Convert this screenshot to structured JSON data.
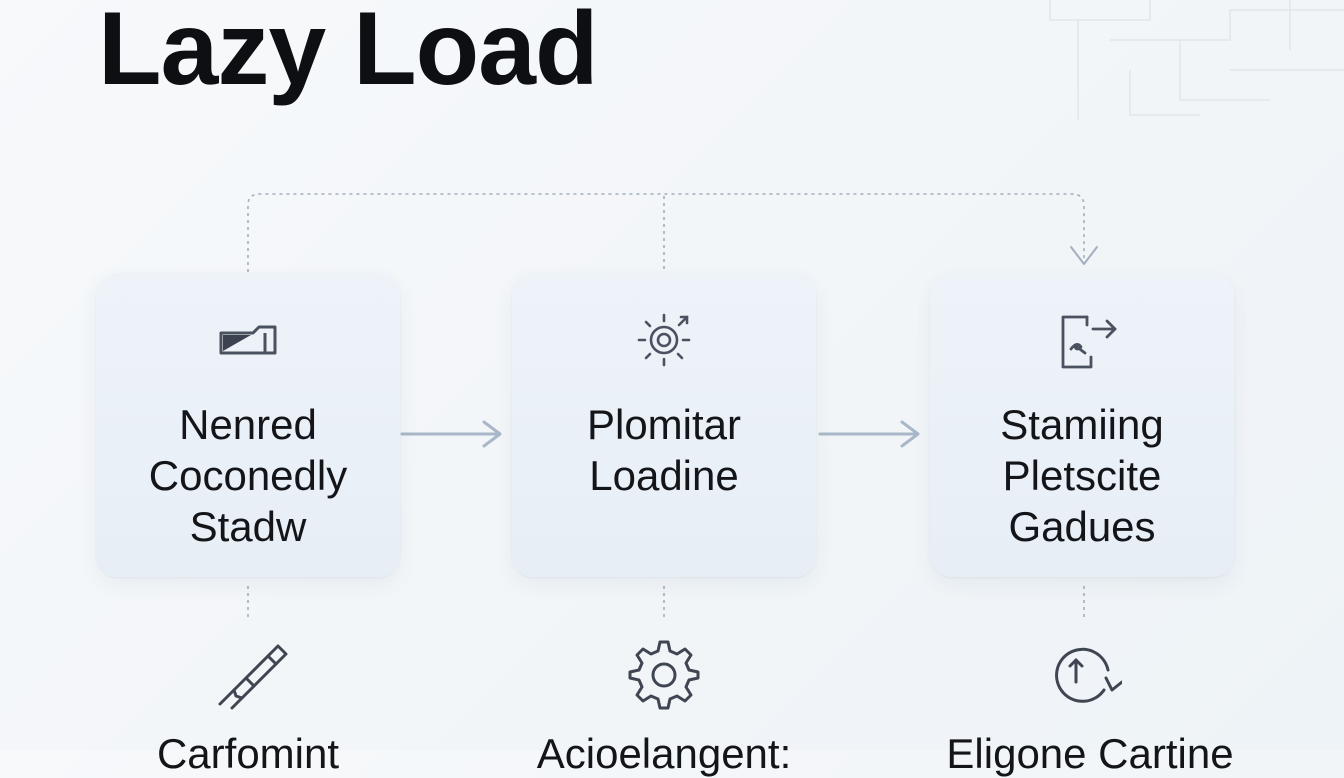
{
  "title": "Lazy Load",
  "cards": [
    {
      "lines": [
        "Nenred",
        "Coconedly",
        "Stadw"
      ],
      "icon": "folder-tab-icon"
    },
    {
      "lines": [
        "Plomitar",
        "Loadine"
      ],
      "icon": "sun-target-icon"
    },
    {
      "lines": [
        "Stamiing",
        "Pletscite",
        "Gadues"
      ],
      "icon": "document-export-icon"
    }
  ],
  "bottom": [
    {
      "label": "Carfomint",
      "icon": "pen-tool-icon"
    },
    {
      "label": "Acioelangent:",
      "icon": "gear-icon"
    },
    {
      "label": "Eligone Cartine",
      "icon": "clock-refresh-icon"
    }
  ],
  "colors": {
    "title": "#0e0f12",
    "card_bg": "#e9f0f7",
    "icon": "#4a5260",
    "connector": "#a3afbe",
    "arrow": "#9fb0c2"
  }
}
